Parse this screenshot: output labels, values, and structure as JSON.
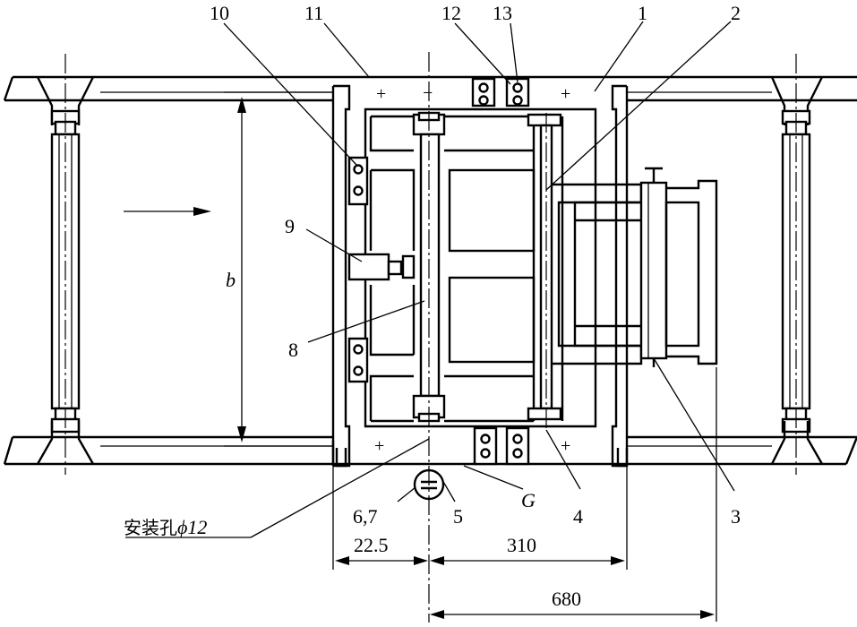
{
  "labels": {
    "l1": "1",
    "l2": "2",
    "l3": "3",
    "l4": "4",
    "l5": "5",
    "l67": "6,7",
    "l8": "8",
    "l9": "9",
    "l10": "10",
    "l11": "11",
    "l12": "12",
    "l13": "13",
    "lG": "G",
    "lb": "b",
    "hole": "安装孔",
    "hole_dia": "ϕ12"
  },
  "dimensions": {
    "d1": "22.5",
    "d2": "310",
    "d3": "680"
  },
  "signs": {
    "plus": "+",
    "minus": "−"
  }
}
